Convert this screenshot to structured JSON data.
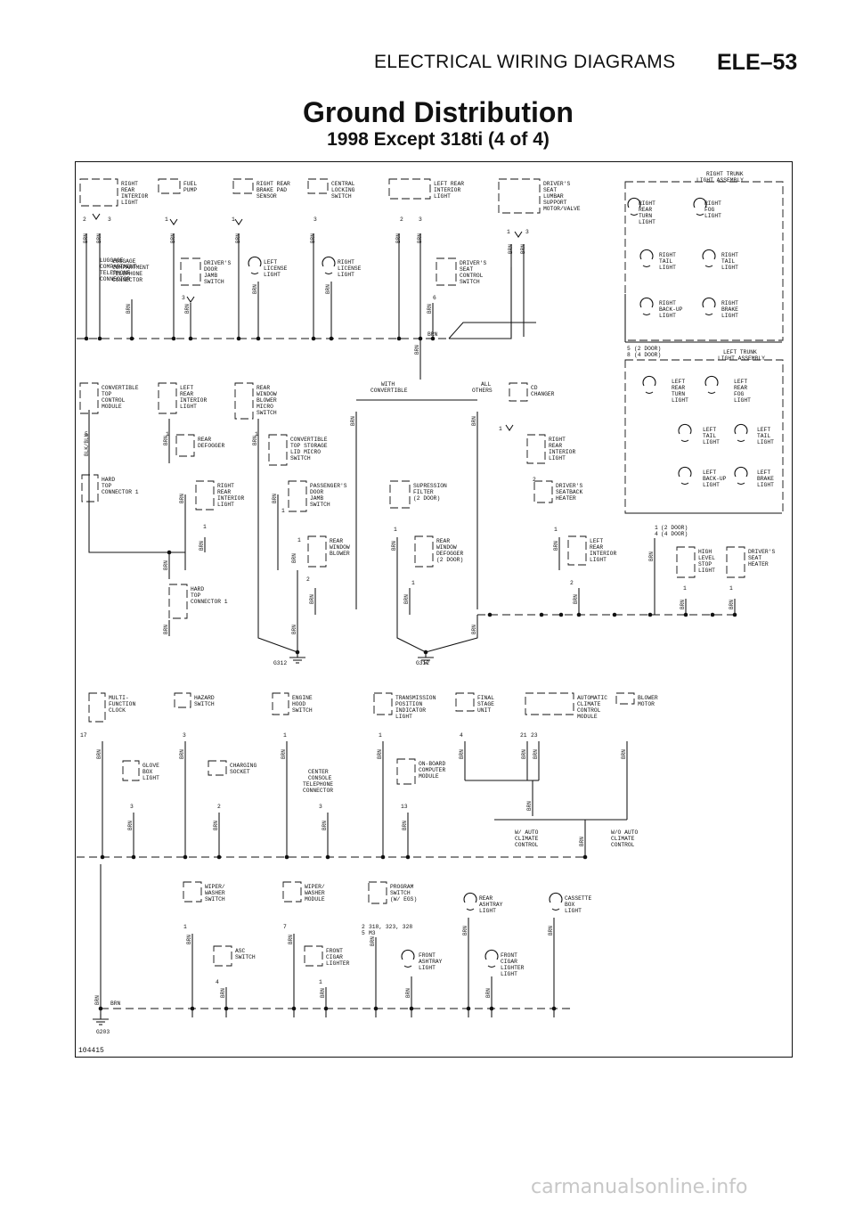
{
  "header": {
    "section": "ELECTRICAL WIRING DIAGRAMS",
    "page": "ELE–53"
  },
  "title": "Ground Distribution",
  "subtitle": "1998 Except 318ti (4 of 4)",
  "figure_number": "104415",
  "watermark": "carmanualsonline.info",
  "wire": "BRN",
  "grounds": [
    "G312",
    "G312",
    "G203"
  ],
  "components": [
    {
      "id": "c1",
      "lines": [
        "RIGHT",
        "REAR",
        "INTERIOR",
        "LIGHT"
      ],
      "pins": [
        "2",
        "3"
      ]
    },
    {
      "id": "c2",
      "lines": [
        "FUEL",
        "PUMP"
      ],
      "pins": [
        "1"
      ]
    },
    {
      "id": "c3",
      "lines": [
        "RIGHT REAR",
        "BRAKE PAD",
        "SENSOR"
      ],
      "pins": [
        "1"
      ]
    },
    {
      "id": "c4",
      "lines": [
        "CENTRAL",
        "LOCKING",
        "SWITCH"
      ],
      "pins": [
        "3"
      ]
    },
    {
      "id": "c5",
      "lines": [
        "LEFT REAR",
        "INTERIOR",
        "LIGHT"
      ],
      "pins": [
        "2",
        "3"
      ]
    },
    {
      "id": "c6",
      "lines": [
        "DRIVER'S",
        "SEAT",
        "LUMBAR",
        "SUPPORT",
        "MOTOR/VALVE"
      ],
      "pins": [
        "1",
        "3"
      ]
    },
    {
      "id": "c7",
      "lines": [
        "LUGGAGE",
        "COMPARTMENT",
        "TELEPHONE",
        "CONNECTOR"
      ],
      "pins": [
        "3"
      ]
    },
    {
      "id": "c8",
      "lines": [
        "DRIVER'S",
        "DOOR",
        "JAMB",
        "SWITCH"
      ],
      "pins": [
        "3"
      ]
    },
    {
      "id": "c9",
      "lines": [
        "LEFT",
        "LICENSE",
        "LIGHT"
      ],
      "pins": []
    },
    {
      "id": "c10",
      "lines": [
        "RIGHT",
        "LICENSE",
        "LIGHT"
      ],
      "pins": []
    },
    {
      "id": "c11",
      "lines": [
        "DRIVER'S",
        "SEAT",
        "CONTROL",
        "SWITCH"
      ],
      "pins": [
        "6"
      ]
    },
    {
      "id": "c12",
      "lines": [
        "RIGHT TRUNK",
        "LIGHT ASSEMBLY"
      ],
      "pins": [
        "5",
        "8"
      ]
    },
    {
      "id": "c13",
      "lines": [
        "RIGHT",
        "REAR",
        "TURN",
        "LIGHT"
      ],
      "pins": []
    },
    {
      "id": "c14",
      "lines": [
        "RIGHT",
        "FOG",
        "LIGHT"
      ],
      "pins": []
    },
    {
      "id": "c15",
      "lines": [
        "RIGHT",
        "TAIL",
        "LIGHT"
      ],
      "pins": []
    },
    {
      "id": "c16",
      "lines": [
        "RIGHT",
        "TAIL",
        "LIGHT"
      ],
      "pins": []
    },
    {
      "id": "c17",
      "lines": [
        "RIGHT",
        "BACK-UP",
        "LIGHT"
      ],
      "pins": []
    },
    {
      "id": "c18",
      "lines": [
        "RIGHT",
        "BRAKE",
        "LIGHT"
      ],
      "pins": []
    },
    {
      "id": "c19",
      "lines": [
        "(2 DOOR)"
      ],
      "pins": []
    },
    {
      "id": "c20",
      "lines": [
        "(4 DOOR)"
      ],
      "pins": []
    },
    {
      "id": "c21",
      "lines": [
        "LEFT TRUNK",
        "LIGHT ASSEMBLY"
      ],
      "pins": [
        "1",
        "4"
      ]
    },
    {
      "id": "c22",
      "lines": [
        "CONVERTIBLE",
        "TOP",
        "CONTROL",
        "MODULE"
      ],
      "pins": [
        "5"
      ]
    },
    {
      "id": "c23",
      "lines": [
        "LEFT",
        "REAR",
        "INTERIOR",
        "LIGHT"
      ],
      "pins": [
        "1"
      ]
    },
    {
      "id": "c24",
      "lines": [
        "REAR",
        "WINDOW",
        "BLOWER",
        "MICRO",
        "SWITCH"
      ],
      "pins": [
        "1"
      ]
    },
    {
      "id": "c25",
      "lines": [
        "WITH",
        "CONVERTIBLE"
      ],
      "pins": []
    },
    {
      "id": "c26",
      "lines": [
        "ALL",
        "OTHERS"
      ],
      "pins": []
    },
    {
      "id": "c27",
      "lines": [
        "CD",
        "CHANGER"
      ],
      "pins": [
        "1"
      ]
    },
    {
      "id": "c28",
      "lines": [
        "REAR",
        "DEFOGGER"
      ],
      "pins": [
        "1"
      ]
    },
    {
      "id": "c29",
      "lines": [
        "CONVERTIBLE",
        "TOP STORAGE",
        "LID MICRO",
        "SWITCH"
      ],
      "pins": [
        "1"
      ]
    },
    {
      "id": "c30",
      "lines": [
        "RIGHT",
        "REAR",
        "INTERIOR",
        "LIGHT"
      ],
      "pins": [
        "2"
      ]
    },
    {
      "id": "c31",
      "lines": [
        "LEFT",
        "REAR",
        "TURN",
        "LIGHT"
      ],
      "pins": []
    },
    {
      "id": "c32",
      "lines": [
        "LEFT",
        "REAR",
        "FOG",
        "LIGHT"
      ],
      "pins": []
    },
    {
      "id": "c33",
      "lines": [
        "LEFT",
        "TAIL",
        "LIGHT"
      ],
      "pins": []
    },
    {
      "id": "c34",
      "lines": [
        "LEFT",
        "TAIL",
        "LIGHT"
      ],
      "pins": []
    },
    {
      "id": "c35",
      "lines": [
        "HARD",
        "TOP",
        "CONNECTOR 1"
      ],
      "pins": []
    },
    {
      "id": "c36",
      "lines": [
        "RIGHT",
        "REAR",
        "INTERIOR",
        "LIGHT"
      ],
      "pins": [
        "1"
      ]
    },
    {
      "id": "c37",
      "lines": [
        "PASSENGER'S",
        "DOOR",
        "JAMB",
        "SWITCH"
      ],
      "pins": [
        "1"
      ]
    },
    {
      "id": "c38",
      "lines": [
        "SUPRESSION",
        "FILTER",
        "(2 DOOR)"
      ],
      "pins": [
        "1"
      ]
    },
    {
      "id": "c39",
      "lines": [
        "DRIVER'S",
        "SEATBACK",
        "HEATER"
      ],
      "pins": [
        "1"
      ]
    },
    {
      "id": "c40",
      "lines": [
        "LEFT",
        "BACK-UP",
        "LIGHT"
      ],
      "pins": []
    },
    {
      "id": "c41",
      "lines": [
        "LEFT",
        "BRAKE",
        "LIGHT"
      ],
      "pins": []
    },
    {
      "id": "c42",
      "lines": [
        "REAR",
        "WINDOW",
        "BLOWER"
      ],
      "pins": [
        "1",
        "2"
      ]
    },
    {
      "id": "c43",
      "lines": [
        "REAR",
        "WINDOW",
        "DEFOGGER",
        "(2 DOOR)"
      ],
      "pins": [
        "1"
      ]
    },
    {
      "id": "c44",
      "lines": [
        "LEFT",
        "REAR",
        "INTERIOR",
        "LIGHT"
      ],
      "pins": [
        "2"
      ]
    },
    {
      "id": "c45",
      "lines": [
        "HIGH",
        "LEVEL",
        "STOP",
        "LIGHT"
      ],
      "pins": [
        "1"
      ]
    },
    {
      "id": "c46",
      "lines": [
        "DRIVER'S",
        "SEAT",
        "HEATER"
      ],
      "pins": [
        "1"
      ]
    },
    {
      "id": "c47",
      "lines": [
        "HARD",
        "TOP",
        "CONNECTOR 1"
      ],
      "pins": []
    },
    {
      "id": "c48",
      "lines": [
        "MULTI-",
        "FUNCTION",
        "CLOCK"
      ],
      "pins": [
        "17"
      ]
    },
    {
      "id": "c49",
      "lines": [
        "HAZARD",
        "SWITCH"
      ],
      "pins": [
        "3"
      ]
    },
    {
      "id": "c50",
      "lines": [
        "ENGINE",
        "HOOD",
        "SWITCH"
      ],
      "pins": [
        "1"
      ]
    },
    {
      "id": "c51",
      "lines": [
        "TRANSMISSION",
        "POSITION",
        "INDICATOR",
        "LIGHT"
      ],
      "pins": [
        "1"
      ]
    },
    {
      "id": "c52",
      "lines": [
        "FINAL",
        "STAGE",
        "UNIT"
      ],
      "pins": [
        "4"
      ]
    },
    {
      "id": "c53",
      "lines": [
        "AUTOMATIC",
        "CLIMATE",
        "CONTROL",
        "MODULE"
      ],
      "pins": [
        "21",
        "23"
      ]
    },
    {
      "id": "c54",
      "lines": [
        "BLOWER",
        "MOTOR"
      ],
      "pins": []
    },
    {
      "id": "c55",
      "lines": [
        "GLOVE",
        "BOX",
        "LIGHT"
      ],
      "pins": [
        "3"
      ]
    },
    {
      "id": "c56",
      "lines": [
        "CHARGING",
        "SOCKET"
      ],
      "pins": [
        "2"
      ]
    },
    {
      "id": "c57",
      "lines": [
        "CENTER",
        "CONSOLE",
        "TELEPHONE",
        "CONNECTOR"
      ],
      "pins": [
        "3"
      ]
    },
    {
      "id": "c58",
      "lines": [
        "ON-BOARD",
        "COMPUTER",
        "MODULE"
      ],
      "pins": [
        "13"
      ]
    },
    {
      "id": "c59",
      "lines": [
        "W/ AUTO",
        "CLIMATE",
        "CONTROL"
      ],
      "pins": []
    },
    {
      "id": "c60",
      "lines": [
        "W/O AUTO",
        "CLIMATE",
        "CONTROL"
      ],
      "pins": []
    },
    {
      "id": "c61",
      "lines": [
        "WIPER/",
        "WASHER",
        "SWITCH"
      ],
      "pins": [
        "1"
      ]
    },
    {
      "id": "c62",
      "lines": [
        "WIPER/",
        "WASHER",
        "MODULE"
      ],
      "pins": [
        "7"
      ]
    },
    {
      "id": "c63",
      "lines": [
        "PROGRAM",
        "SWITCH",
        "(W/ EGS)"
      ],
      "pins": [
        "2",
        "5"
      ]
    },
    {
      "id": "c64",
      "lines": [
        "REAR",
        "ASHTRAY",
        "LIGHT"
      ],
      "pins": []
    },
    {
      "id": "c65",
      "lines": [
        "CASSETTE",
        "BOX",
        "LIGHT"
      ],
      "pins": []
    },
    {
      "id": "c66",
      "lines": [
        "ASC",
        "SWITCH"
      ],
      "pins": [
        "4"
      ]
    },
    {
      "id": "c67",
      "lines": [
        "FRONT",
        "CIGAR",
        "LIGHTER"
      ],
      "pins": [
        "1"
      ]
    },
    {
      "id": "c68",
      "lines": [
        "FRONT",
        "ASHTRAY",
        "LIGHT"
      ],
      "pins": []
    },
    {
      "id": "c69",
      "lines": [
        "FRONT",
        "CIGAR",
        "LIGHTER",
        "LIGHT"
      ],
      "pins": []
    }
  ],
  "misc_labels": {
    "blk_blu": "BLK/BLU",
    "program_switch_note": "318, 323, 328",
    "program_switch_m3": "M3"
  }
}
